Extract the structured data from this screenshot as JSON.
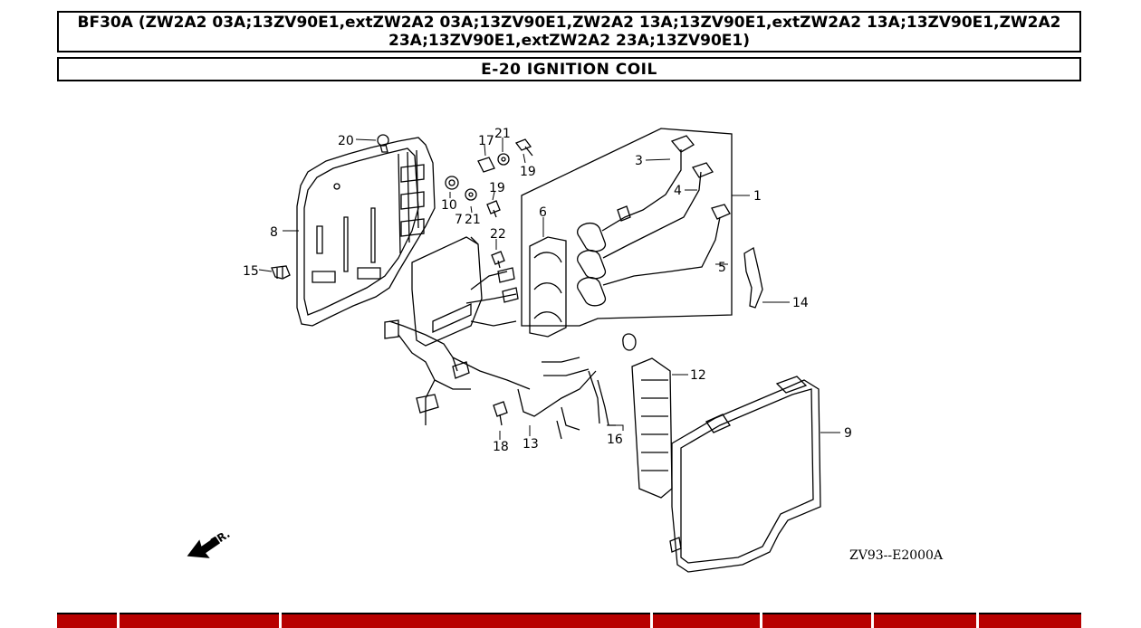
{
  "header": {
    "model_title": "BF30A (ZW2A2 03A;13ZV90E1,extZW2A2 03A;13ZV90E1,ZW2A2 13A;13ZV90E1,extZW2A2 13A;13ZV90E1,ZW2A2 23A;13ZV90E1,extZW2A2 23A;13ZV90E1)",
    "section_title": "E-20 IGNITION COIL"
  },
  "diagram": {
    "drawing_code": "ZV93--E2000A",
    "direction_label": "FR.",
    "callouts": [
      "20",
      "17",
      "21",
      "19",
      "19",
      "10",
      "7",
      "21",
      "22",
      "8",
      "15",
      "6",
      "3",
      "4",
      "1",
      "5",
      "14",
      "12",
      "9",
      "18",
      "13",
      "16"
    ]
  },
  "parts_table": {
    "header_color": "#b80000",
    "columns": [
      "",
      "",
      "",
      "",
      "",
      "",
      ""
    ]
  }
}
